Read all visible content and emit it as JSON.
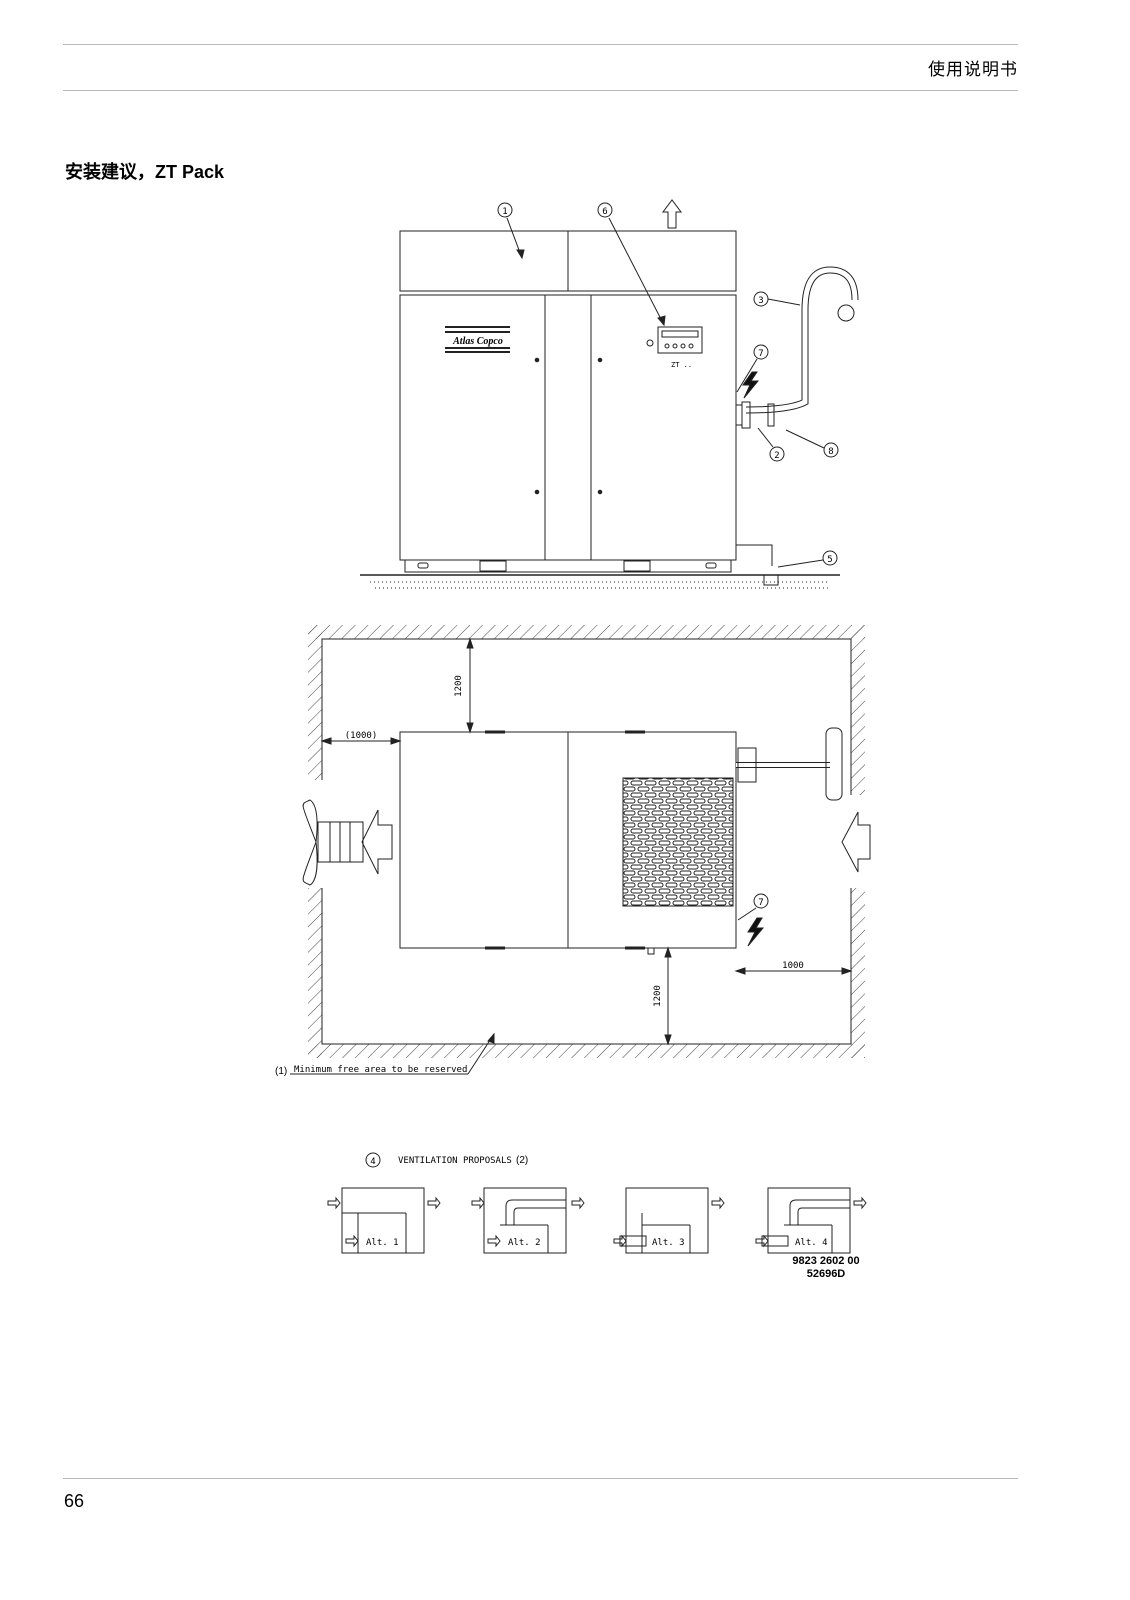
{
  "header": {
    "text": "使用说明书"
  },
  "section": {
    "title": "安装建议，ZT Pack"
  },
  "front_view": {
    "callouts": [
      "1",
      "6",
      "3",
      "7",
      "2",
      "8",
      "5"
    ],
    "brand": "Atlas Copco",
    "model_label": "ZT .."
  },
  "plan_view": {
    "dim_top": "1200",
    "dim_left": "(1000)",
    "dim_right": "1000",
    "dim_bottom": "1200",
    "callout_7": "7",
    "note_marker": "(1)",
    "note_text": "Minimum free area to be reserved"
  },
  "ventilation": {
    "callout": "4",
    "title": "VENTILATION PROPOSALS",
    "title_suffix": "(2)",
    "alternatives": [
      "Alt. 1",
      "Alt. 2",
      "Alt. 3",
      "Alt. 4"
    ]
  },
  "drawing_ref": {
    "number": "9823 2602 00",
    "code": "52696D"
  },
  "footer": {
    "page_number": "66"
  }
}
